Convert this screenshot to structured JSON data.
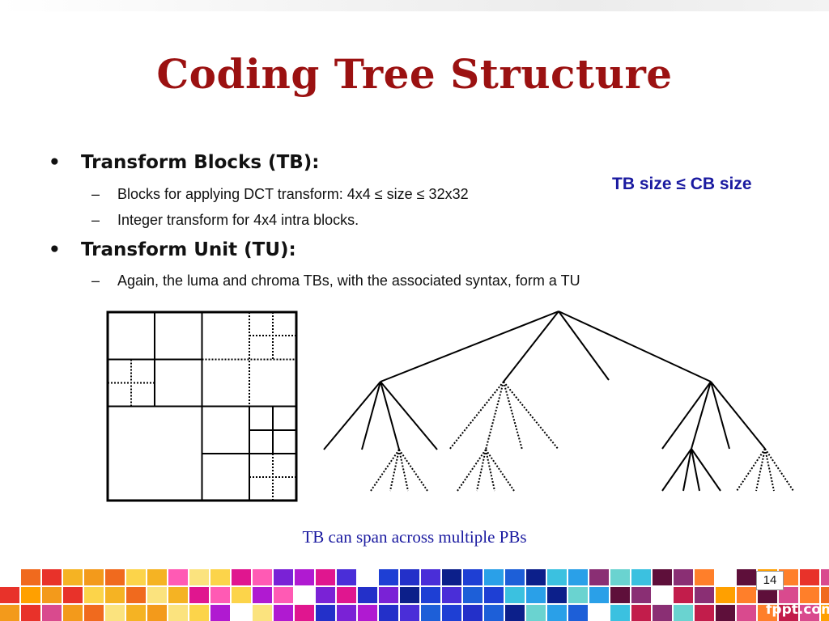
{
  "slide": {
    "title": "Coding Tree Structure",
    "bullets": [
      {
        "label": "Transform Blocks (TB):",
        "subitems": [
          "Blocks for applying DCT transform: 4x4 ≤  size ≤  32x32",
          "Integer transform for 4x4 intra blocks."
        ]
      },
      {
        "label": "Transform Unit (TU):",
        "subitems": [
          " Again, the luma and chroma TBs, with the associated syntax, form a TU"
        ]
      }
    ],
    "side_note": "TB size  ≤ CB size",
    "caption": "TB can span across multiple PBs",
    "page_number": "14",
    "brand": "fppt.com",
    "bullet_symbol": "•",
    "dash_symbol": "–"
  },
  "colors": {
    "title": "#9b1111",
    "note": "#1a1aa0",
    "caption": "#1a1aa0"
  }
}
